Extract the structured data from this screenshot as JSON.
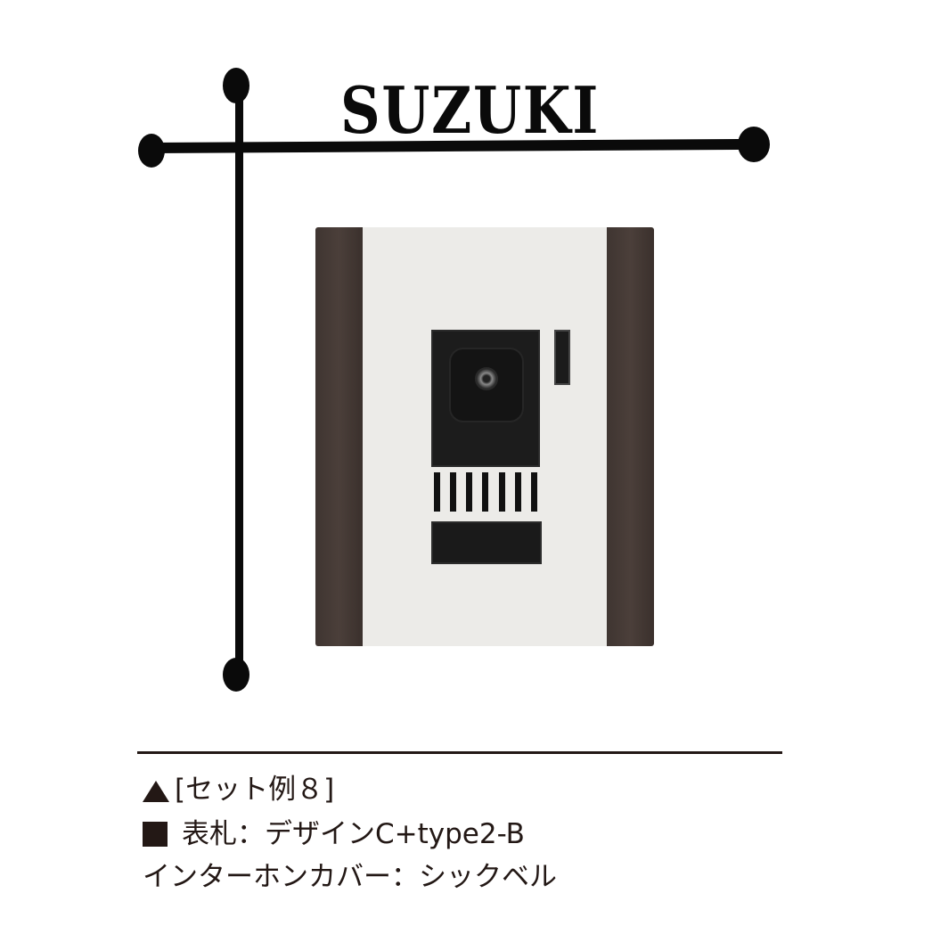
{
  "nameplate": {
    "text": "SUZUKI",
    "color": "#0a0a0a"
  },
  "intercom": {
    "panel_color": "#ecebe8",
    "trim_color": "#433833",
    "grille_slots": 7
  },
  "caption": {
    "line1": "[セット例８]",
    "line2": "表札：デザインC+type2-B",
    "line3": "インターホンカバー：シックベル",
    "text_color": "#231815"
  }
}
